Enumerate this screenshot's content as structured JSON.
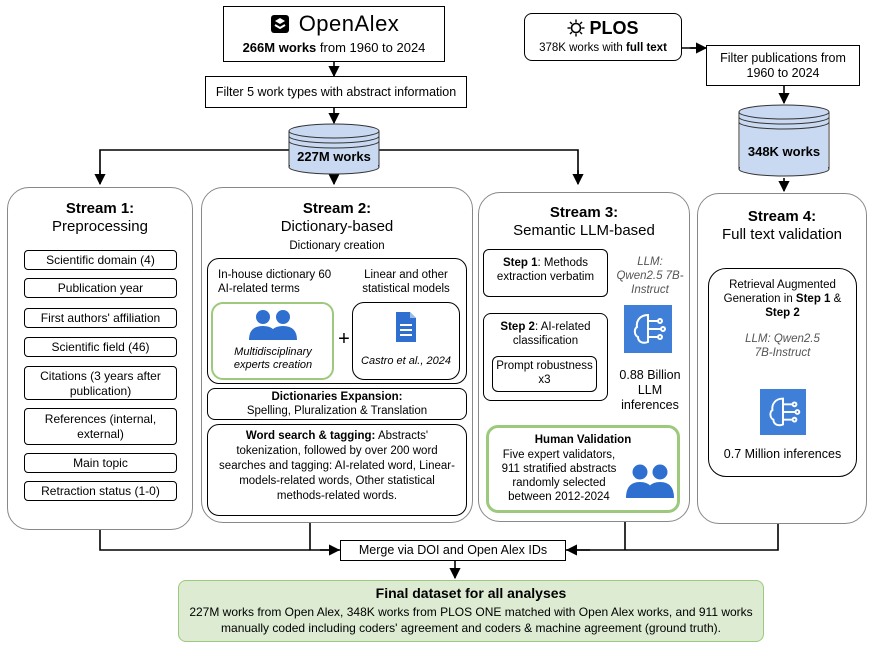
{
  "openalex": {
    "logo_text": "OpenAlex",
    "works_bold": "266M works",
    "works_rest": " from 1960 to 2024"
  },
  "plos": {
    "logo_text": "PLOS",
    "works_pre": "378K works with ",
    "works_bold": "full text"
  },
  "filter_openalex": "Filter 5 work types with abstract information",
  "filter_plos": "Filter publications from 1960 to 2024",
  "db_openalex": "227M works",
  "db_plos": "348K works",
  "stream1": {
    "title": "Stream 1:",
    "subtitle": "Preprocessing",
    "items": [
      "Scientific domain (4)",
      "Publication year",
      "First authors' affiliation",
      "Scientific field (46)",
      "Citations (3 years after publication)",
      "References (internal, external)",
      "Main topic",
      "Retraction status (1-0)"
    ]
  },
  "stream2": {
    "title": "Stream 2:",
    "subtitle": "Dictionary-based",
    "creation_label": "Dictionary creation",
    "inhouse": "In-house dictionary 60 AI-related terms",
    "experts": "Multidisciplinary experts creation",
    "linear": "Linear and other statistical models",
    "castro": "Castro et al., 2024",
    "plus": "+",
    "expansion_title": "Dictionaries Expansion:",
    "expansion_text": "Spelling, Pluralization & Translation",
    "search_bold": "Word search & tagging:",
    "search_text": " Abstracts' tokenization, followed by over 200 word searches and tagging: AI-related word, Linear-models-related words, Other statistical methods-related words."
  },
  "stream3": {
    "title": "Stream 3:",
    "subtitle": "Semantic LLM-based",
    "step1_bold": "Step 1",
    "step1_text": ": Methods extraction verbatim",
    "step2_bold": "Step 2",
    "step2_text": ": AI-related classification",
    "prompt": "Prompt robustness x3",
    "llm": "LLM: Qwen2.5 7B-Instruct",
    "inferences": "0.88 Billion LLM inferences",
    "human_title": "Human Validation",
    "human_text": "Five expert validators, 911 stratified abstracts randomly selected between 2012-2024"
  },
  "stream4": {
    "title": "Stream 4:",
    "subtitle": "Full text validation",
    "rag_pre": "Retrieval Augmented Generation in ",
    "rag_step1": "Step 1",
    "rag_amp": " & ",
    "rag_step2": "Step 2",
    "llm": "LLM: Qwen2.5 7B-Instruct",
    "inferences": "0.7 Million inferences"
  },
  "merge": "Merge via DOI and Open Alex IDs",
  "final": {
    "title": "Final dataset for all analyses",
    "text": "227M works from Open Alex, 348K works from PLOS ONE matched with Open Alex works, and 911 works manually coded including coders' agreement and coders & machine agreement (ground truth)."
  },
  "colors": {
    "green_border": "#9cc97c",
    "green_fill": "#dcebd2",
    "db_fill": "#c9d9f1",
    "icon_blue": "#3f7fd8",
    "people_blue": "#2f6fcf"
  }
}
